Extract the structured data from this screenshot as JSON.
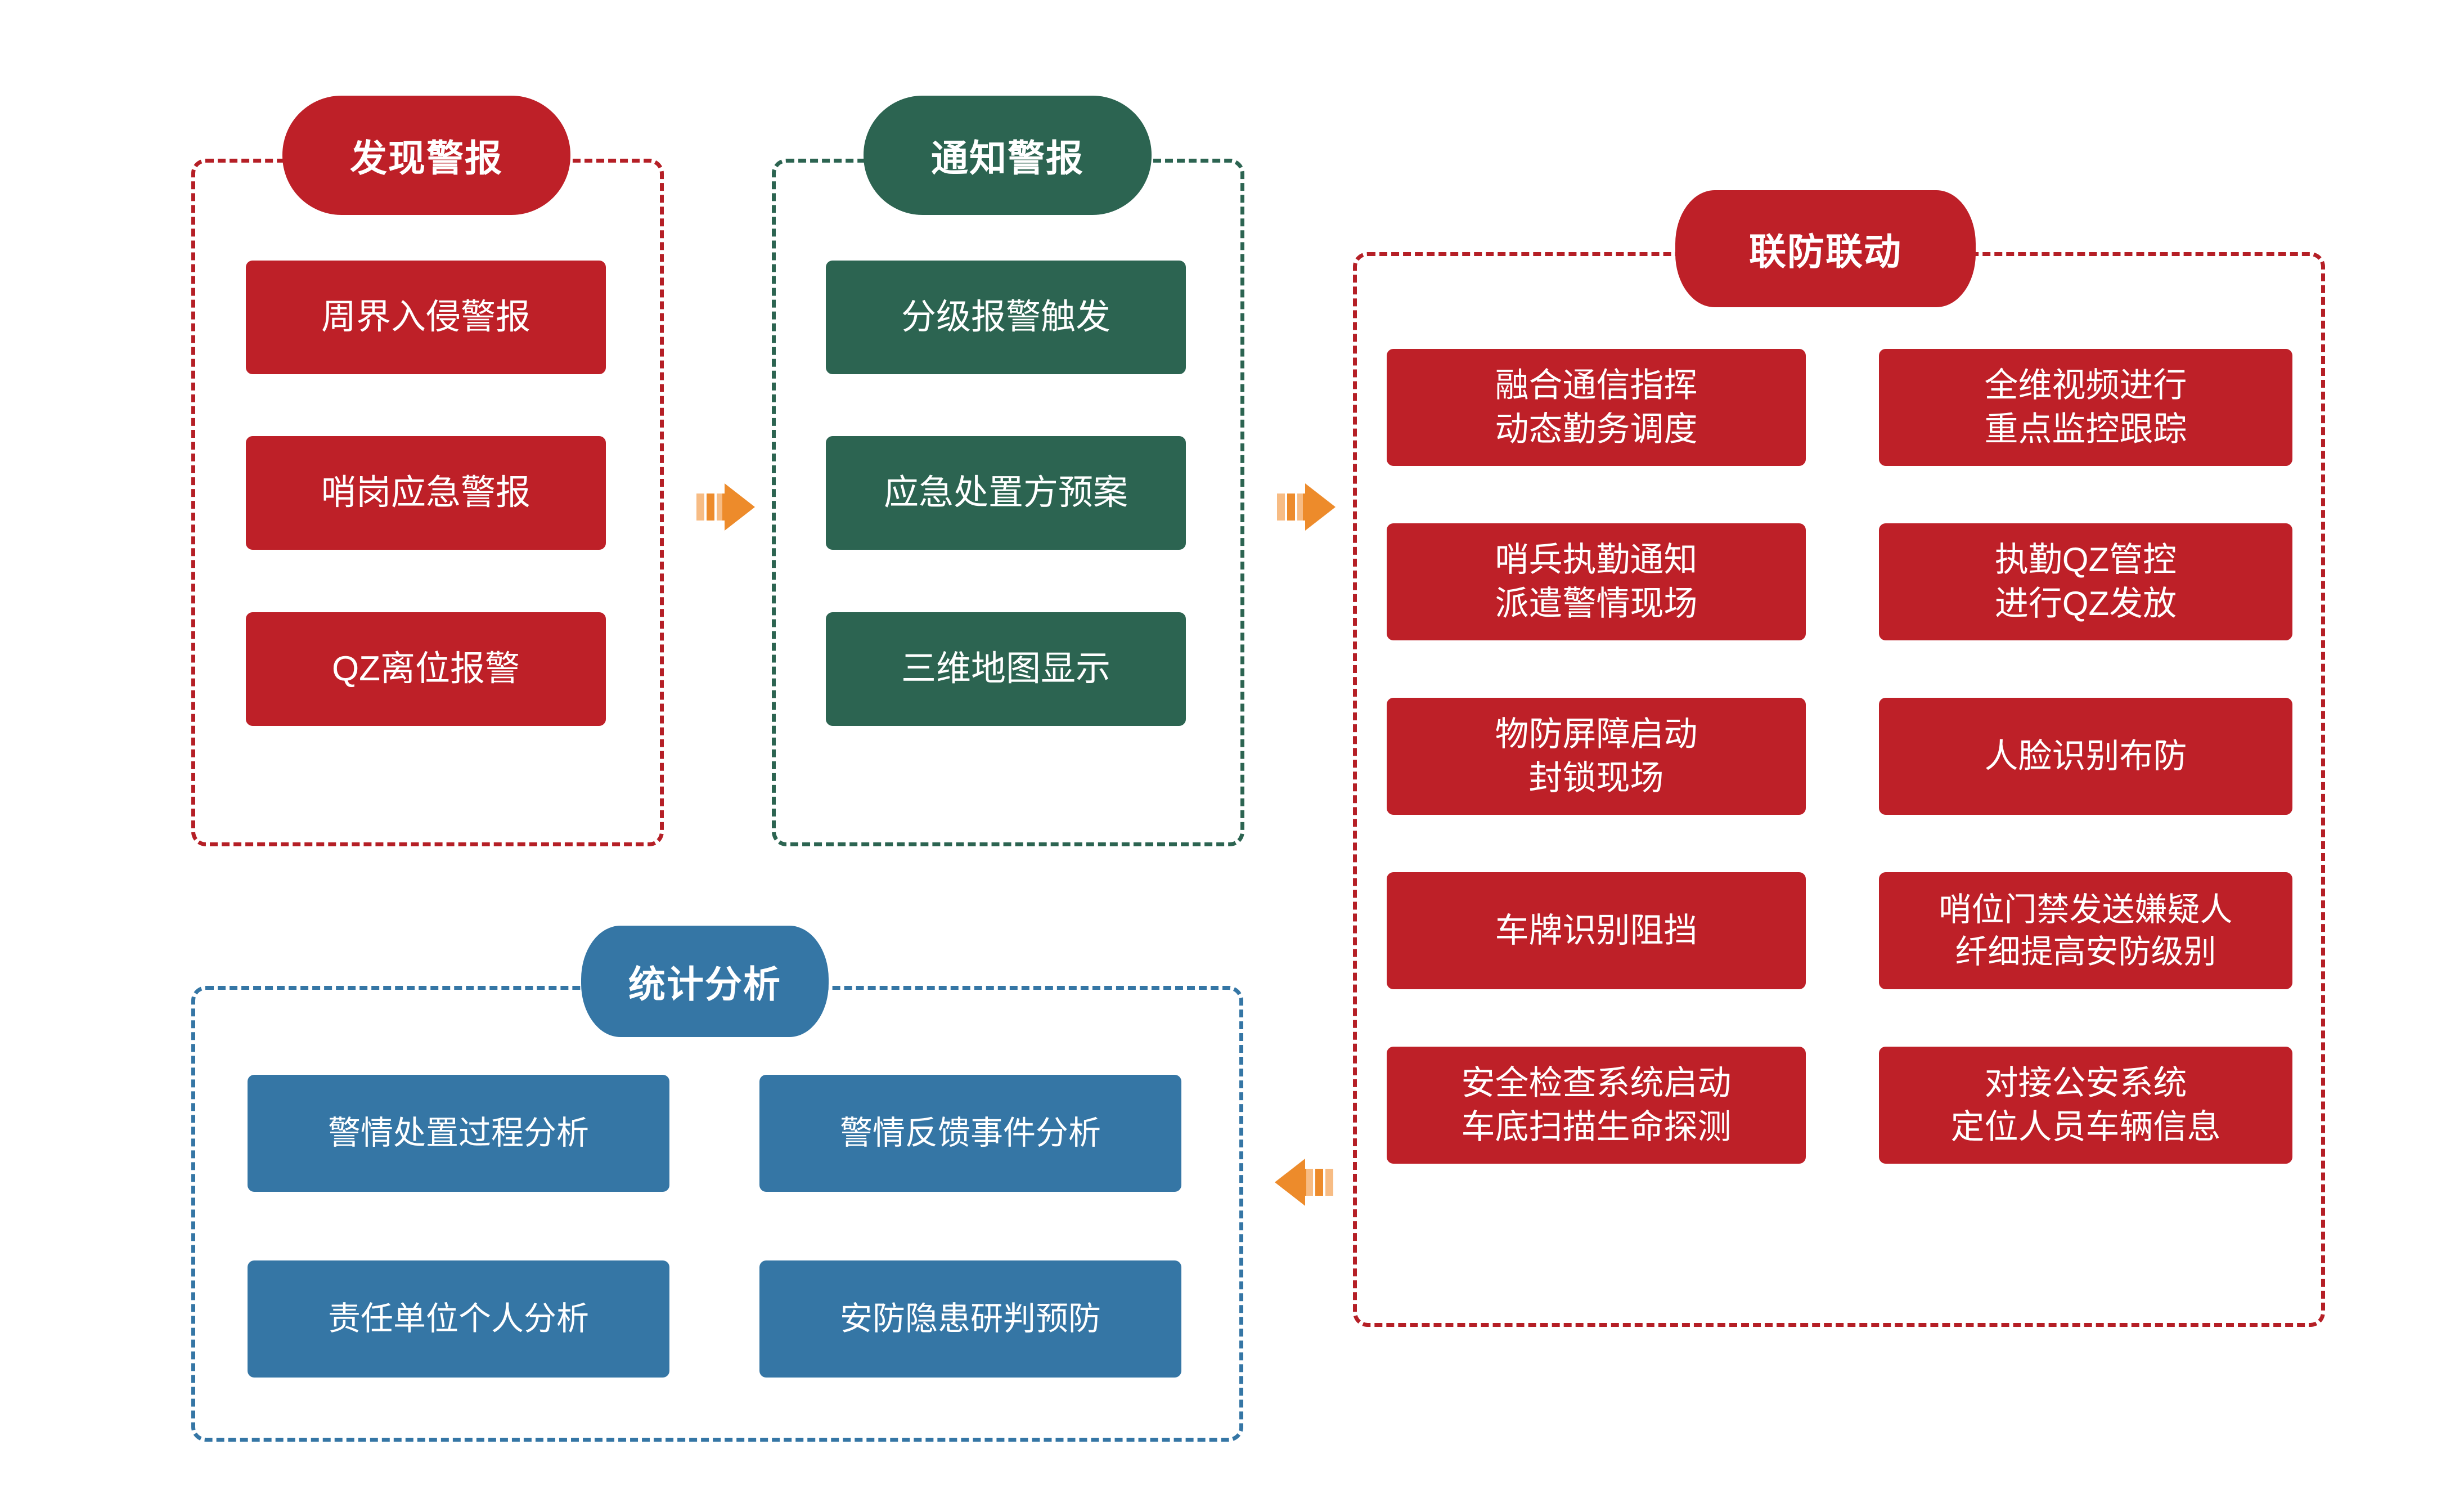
{
  "diagram": {
    "title_pills": {
      "discover_alarm": "发现警报",
      "notify_alarm": "通知警报",
      "joint_defense": "联防联动",
      "statistical_analysis": "统计分析"
    },
    "colors": {
      "red": "#BE2028",
      "green": "#2C6451",
      "blue": "#3576A5",
      "arrow_orange": "#ED8B2B",
      "arrow_orange_light": "#F7BC84",
      "background": "#FFFFFF"
    },
    "groups": [
      {
        "id": "discover-alarm",
        "title": "发现警报",
        "accent": "red",
        "items": [
          "周界入侵警报",
          "哨岗应急警报",
          "QZ离位报警"
        ]
      },
      {
        "id": "notify-alarm",
        "title": "通知警报",
        "accent": "green",
        "items": [
          "分级报警触发",
          "应急处置方预案",
          "三维地图显示"
        ]
      },
      {
        "id": "joint-defense",
        "title": "联防联动",
        "accent": "red",
        "items_left": [
          "融合通信指挥\n动态勤务调度",
          "哨兵执勤通知\n派遣警情现场",
          "物防屏障启动\n封锁现场",
          "车牌识别阻挡",
          "安全检查系统启动\n车底扫描生命探测"
        ],
        "items_right": [
          "全维视频进行\n重点监控跟踪",
          "执勤QZ管控\n进行QZ发放",
          "人脸识别布防",
          "哨位门禁发送嫌疑人\n纤细提高安防级别",
          "对接公安系统\n定位人员车辆信息"
        ]
      },
      {
        "id": "statistical-analysis",
        "title": "统计分析",
        "accent": "blue",
        "items_left": [
          "警情处置过程分析",
          "责任单位个人分析"
        ],
        "items_right": [
          "警情反馈事件分析",
          "安防隐患研判预防"
        ]
      }
    ],
    "arrows": [
      {
        "id": "arrow-discover-to-notify",
        "direction": "right"
      },
      {
        "id": "arrow-notify-to-joint",
        "direction": "right"
      },
      {
        "id": "arrow-joint-to-statistics",
        "direction": "left"
      }
    ]
  }
}
